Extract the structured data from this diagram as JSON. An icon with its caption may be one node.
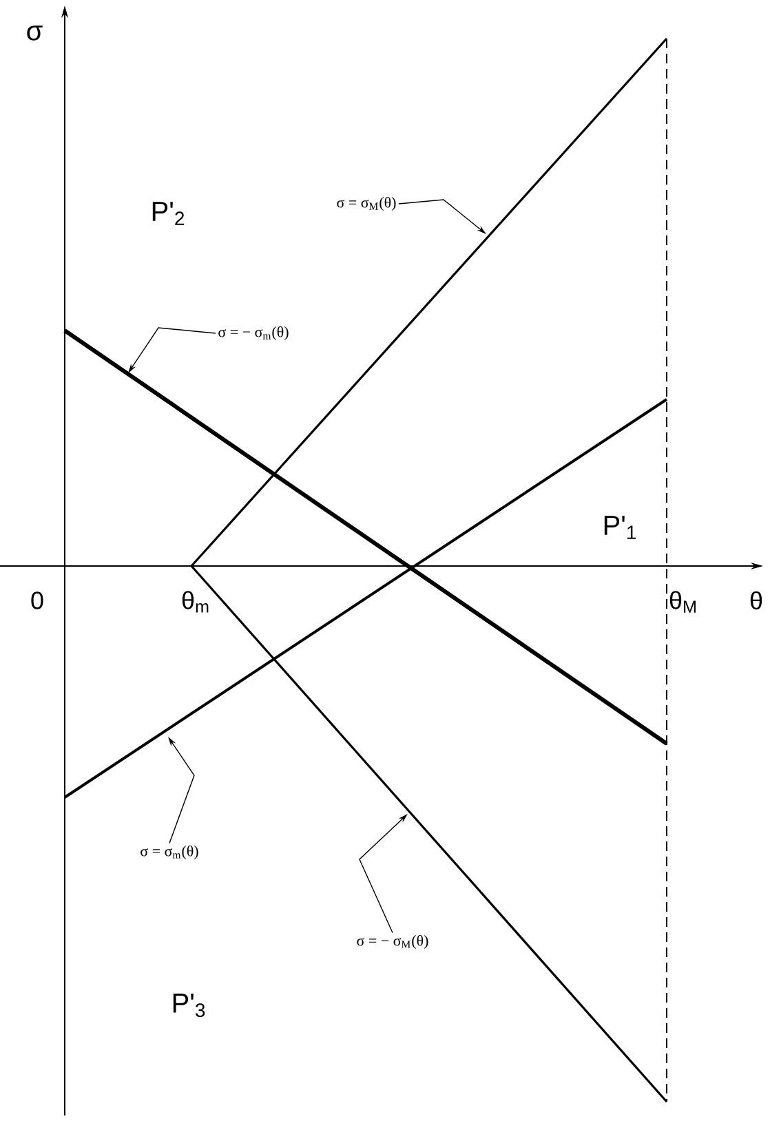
{
  "diagram": {
    "nodes": [
      {
        "text": [
          "σ = σ$_{M}$(θ)"
        ]
      },
      {
        "text": [
          "σ = − σ$_{m}$(θ)"
        ]
      },
      {
        "text": [
          "σ = σ$_{m}$(θ)"
        ]
      },
      {
        "text": [
          "σ = − σ$_{M}$(θ)"
        ]
      }
    ],
    "edges": [
      {
        "from": 0,
        "to": null,
        "arrow": "to"
      },
      {
        "from": 1,
        "to": null,
        "arrow": "to"
      },
      {
        "from": 2,
        "to": null,
        "arrow": "to"
      },
      {
        "from": 3,
        "to": null,
        "arrow": "to"
      }
    ],
    "labels": [
      "σ",
      "P'$_{2}$",
      "P'$_{1}$",
      "0",
      "θ$_{m}$",
      "θ$_{M}$",
      "θ",
      "P'$_{3}$"
    ]
  }
}
